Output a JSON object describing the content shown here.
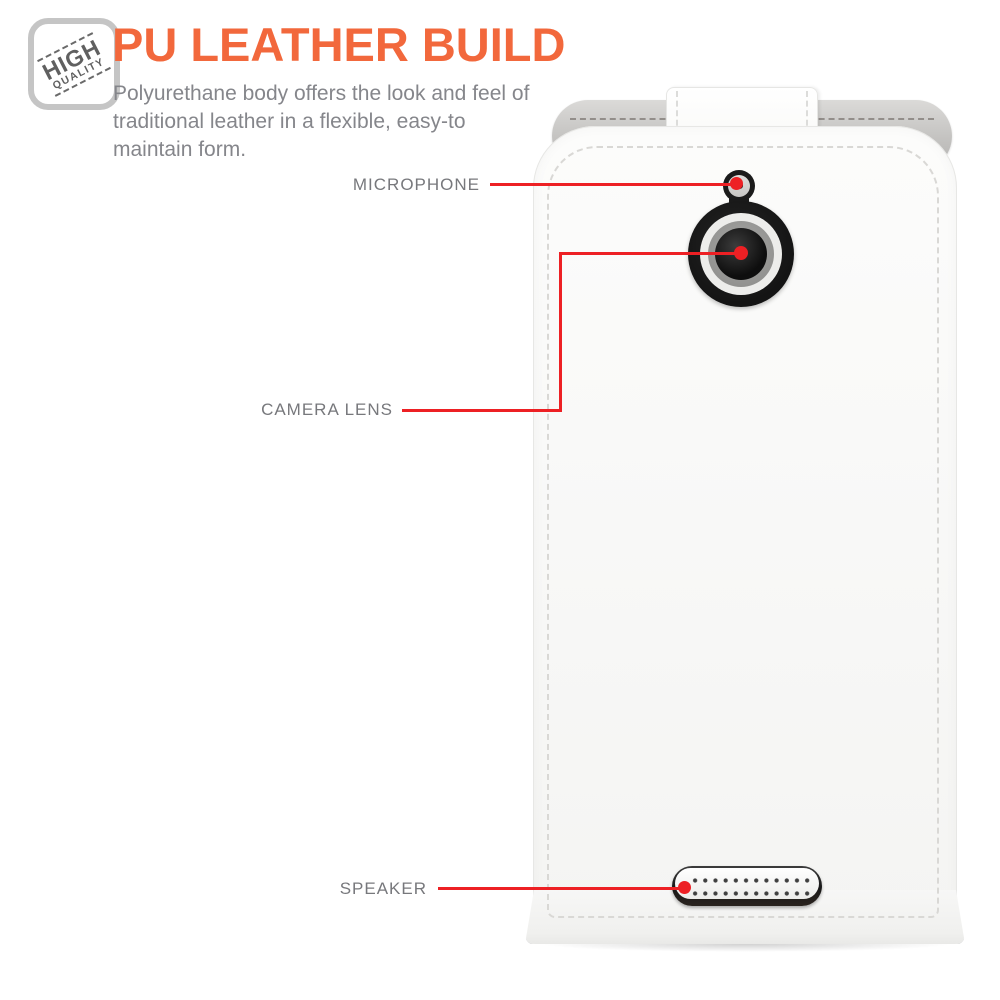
{
  "badge": {
    "line1": "HIGH",
    "line2": "QUALITY"
  },
  "header": {
    "title": "PU LEATHER BUILD",
    "description": "Polyurethane body offers the look and feel of traditional leather in a flexible, easy-to maintain form."
  },
  "callouts": {
    "microphone": {
      "label": "MICROPHONE"
    },
    "camera_lens": {
      "label": "CAMERA LENS"
    },
    "speaker": {
      "label": "SPEAKER"
    }
  },
  "colors": {
    "accent_orange": "#f2683c",
    "callout_red": "#ed2024",
    "body_text_gray": "#85868b",
    "label_gray": "#77787c",
    "badge_border_gray": "#c5c5c5",
    "case_white": "#f8f8f7",
    "suede_gray": "#c3c2c0"
  },
  "icons": {
    "badge": "high-quality-stamp-icon"
  }
}
